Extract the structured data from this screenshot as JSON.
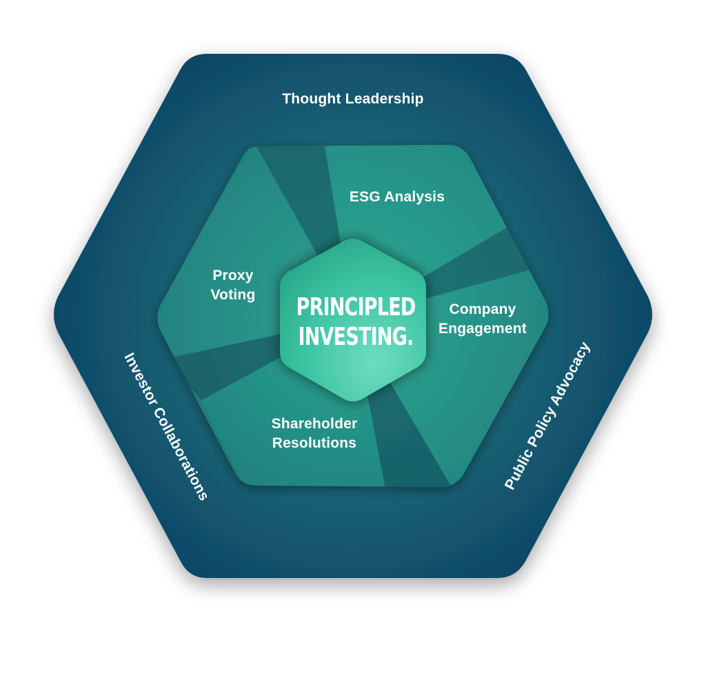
{
  "outer_ring": {
    "top_label": "Thought Leadership",
    "left_label": "Investor Collaborations",
    "right_label": "Public Policy Advocacy"
  },
  "segments": {
    "esg": "ESG Analysis",
    "company_line1": "Company",
    "company_line2": "Engagement",
    "shareholder_line1": "Shareholder",
    "shareholder_line2": "Resolutions",
    "proxy_line1": "Proxy",
    "proxy_line2": "Voting"
  },
  "center": {
    "line1": "PRINCIPLED",
    "line2": "INVESTING."
  },
  "colors": {
    "outer_dark": "#0c4464",
    "outer_mid": "#1a6274",
    "segment_light": "#2ba48c",
    "segment_dark": "#185866",
    "center": "#3cc4a2",
    "text": "#ffffff"
  }
}
